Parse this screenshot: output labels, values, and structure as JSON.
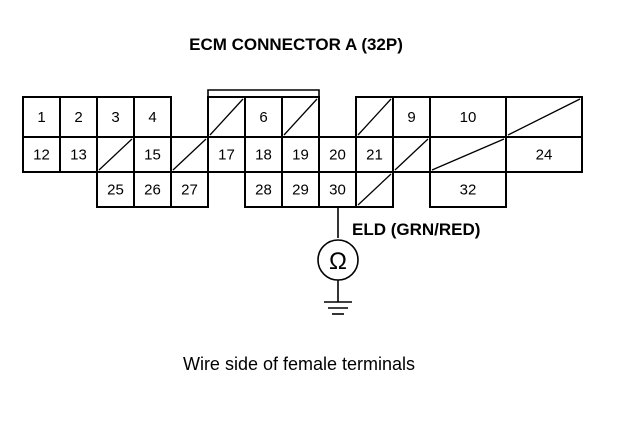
{
  "title": "ECM CONNECTOR A (32P)",
  "terminals": [
    "1",
    "2",
    "3",
    "4",
    "6",
    "9",
    "10",
    "12",
    "13",
    "15",
    "17",
    "18",
    "19",
    "20",
    "21",
    "24",
    "25",
    "26",
    "27",
    "28",
    "29",
    "30",
    "32"
  ],
  "meter": {
    "label": "ELD (GRN/RED)",
    "symbol": "Ω",
    "ground_icon": "ground-icon"
  },
  "caption": "Wire side of female terminals"
}
